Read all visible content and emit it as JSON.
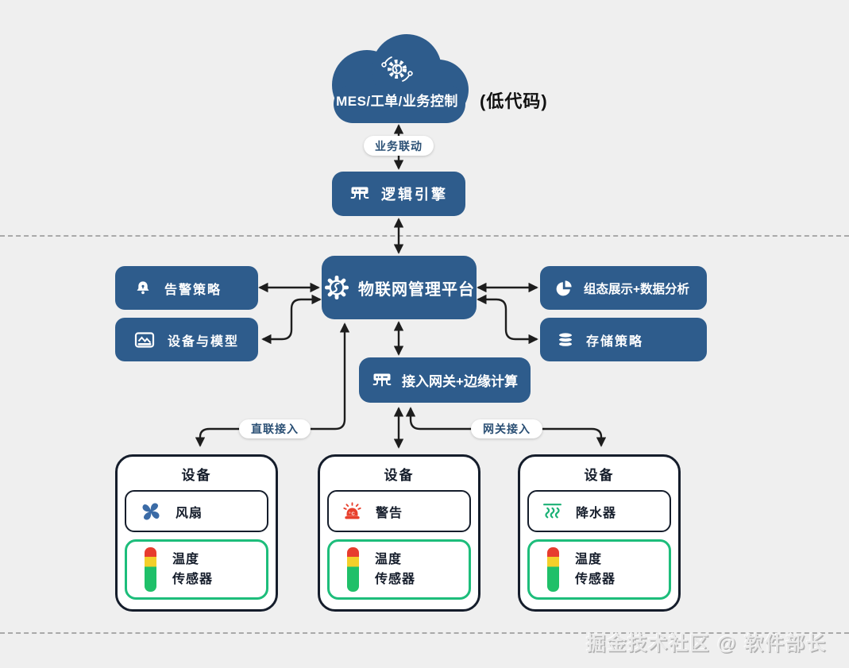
{
  "colors": {
    "background": "#efefef",
    "node_blue": "#2e5c8c",
    "connector_line": "#1d1d1d",
    "card_border": "#151d2b",
    "sensor_green": "#1dbd7b",
    "alarm_red": "#e8402d",
    "fan_blue": "#3b6ba6",
    "steam_green": "#1bb176"
  },
  "cloud": {
    "label": "MES/工单/业务控制",
    "note": "(低代码)",
    "icon": "gears-icon"
  },
  "labels": {
    "business_link": "业务联动",
    "direct_access": "直联接入",
    "gateway_access": "网关接入"
  },
  "nodes": {
    "logic_engine": {
      "label": "逻辑引擎",
      "icon": "hub-icon"
    },
    "platform": {
      "label": "物联网管理平台",
      "icon": "gear-burst-icon"
    },
    "alert_policy": {
      "label": "告警策略",
      "icon": "bell-icon"
    },
    "device_model": {
      "label": "设备与模型",
      "icon": "image-icon"
    },
    "viz_analysis": {
      "label": "组态展示+数据分析",
      "icon": "pie-chart-icon"
    },
    "storage_policy": {
      "label": "存储策略",
      "icon": "database-icon"
    },
    "gateway": {
      "label": "接入网关+边缘计算",
      "icon": "hub-icon"
    }
  },
  "devices": [
    {
      "title": "设备",
      "actuator": {
        "label": "风扇",
        "icon": "fan-icon"
      },
      "sensor": {
        "line1": "温度",
        "line2": "传感器",
        "icon": "temperature-bar-icon"
      }
    },
    {
      "title": "设备",
      "actuator": {
        "label": "警告",
        "icon": "alarm-icon",
        "icon_text": "°C"
      },
      "sensor": {
        "line1": "温度",
        "line2": "传感器",
        "icon": "temperature-bar-icon"
      }
    },
    {
      "title": "设备",
      "actuator": {
        "label": "降水器",
        "icon": "steam-icon"
      },
      "sensor": {
        "line1": "温度",
        "line2": "传感器",
        "icon": "temperature-bar-icon"
      }
    }
  ],
  "watermark": "掘金技术社区 @ 软件部长"
}
